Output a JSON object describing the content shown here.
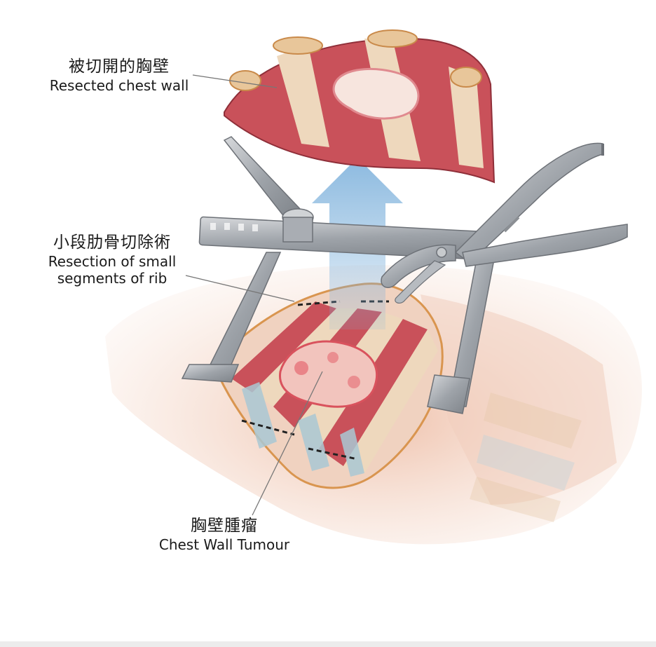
{
  "labels": {
    "resected_chest_wall": {
      "zh": "被切開的胸壁",
      "en": "Resected chest wall"
    },
    "rib_resection": {
      "zh": "小段肋骨切除術",
      "en_line1": "Resection of small",
      "en_line2": "segments of rib"
    },
    "chest_wall_tumour": {
      "zh": "胸壁腫瘤",
      "en": "Chest Wall Tumour"
    }
  },
  "colors": {
    "muscle": "#c9515a",
    "muscle_dark": "#a63a45",
    "rib": "#eed8bd",
    "tissue": "#e3aa92",
    "tumour": "#f2c4bd",
    "arrow": "#7fb2dc",
    "steel": "#a9adb3"
  }
}
